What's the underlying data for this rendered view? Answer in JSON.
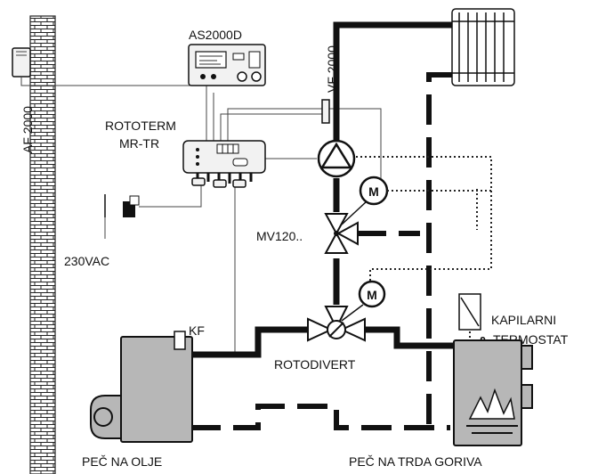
{
  "labels": {
    "controller_display": "AS2000D",
    "outside_sensor": "AF 2000",
    "flow_sensor": "VF 2000",
    "controller_name_line1": "ROTOTERM",
    "controller_name_line2": "MR-TR",
    "power_supply": "230VAC",
    "mixing_valve": "MV120..",
    "motor_symbol": "M",
    "diverter_valve": "ROTODIVERT",
    "boiler_sensor": "KF",
    "capillary_line1": "KAPILARNI",
    "capillary_line2": "TERMOSTAT",
    "oil_boiler": "PEČ NA OLJE",
    "solid_fuel_boiler": "PEČ NA TRDA GORIVA"
  }
}
